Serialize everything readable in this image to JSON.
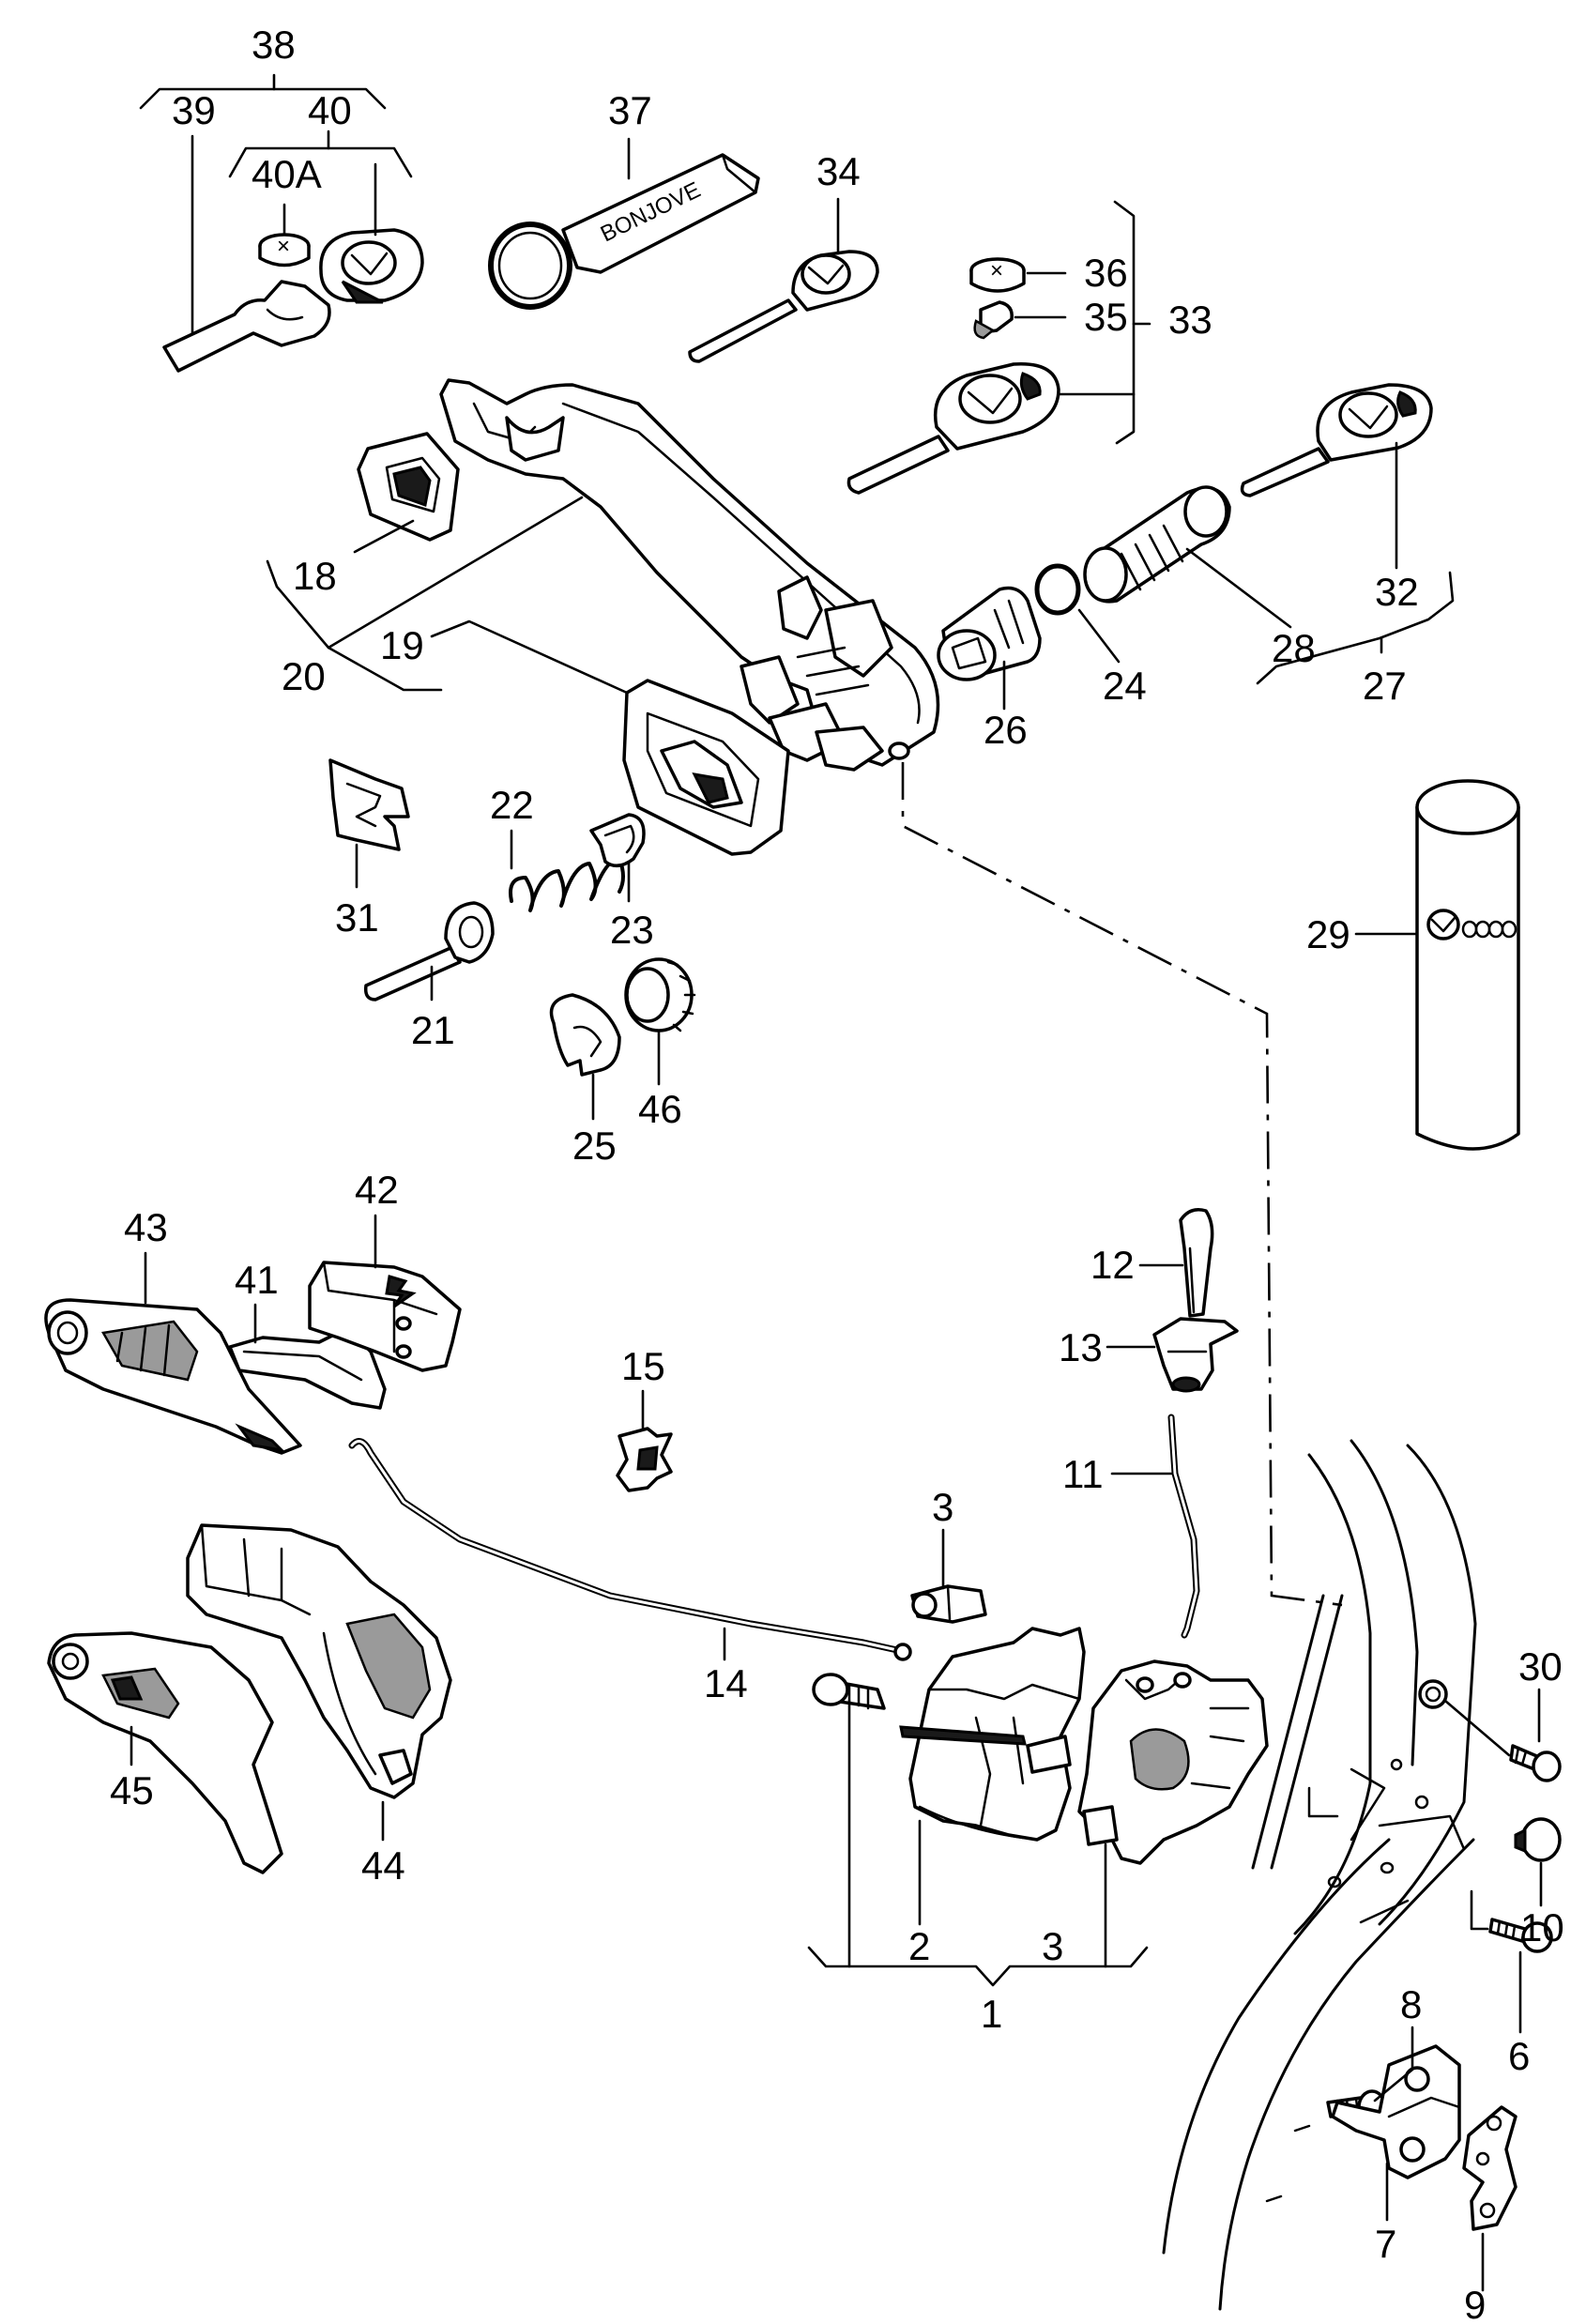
{
  "callouts": {
    "c38": "38",
    "c39": "39",
    "c40": "40",
    "c40a": "40A",
    "c37": "37",
    "c34": "34",
    "c36": "36",
    "c35": "35",
    "c33": "33",
    "c18": "18",
    "c20": "20",
    "c19": "19",
    "c28": "28",
    "c32": "32",
    "c24": "24",
    "c26": "26",
    "c27": "27",
    "c22": "22",
    "c31": "31",
    "c23": "23",
    "c21": "21",
    "c25": "25",
    "c46": "46",
    "c29": "29",
    "c42": "42",
    "c43": "43",
    "c41": "41",
    "c12": "12",
    "c13": "13",
    "c15": "15",
    "c11": "11",
    "c3a": "3",
    "c14": "14",
    "c30": "30",
    "c45": "45",
    "c44": "44",
    "c10": "10",
    "c2": "2",
    "c3b": "3",
    "c1": "1",
    "c8": "8",
    "c6": "6",
    "c7": "7",
    "c9": "9"
  },
  "inscriptions": {
    "key_tag": "BONJOVE"
  }
}
